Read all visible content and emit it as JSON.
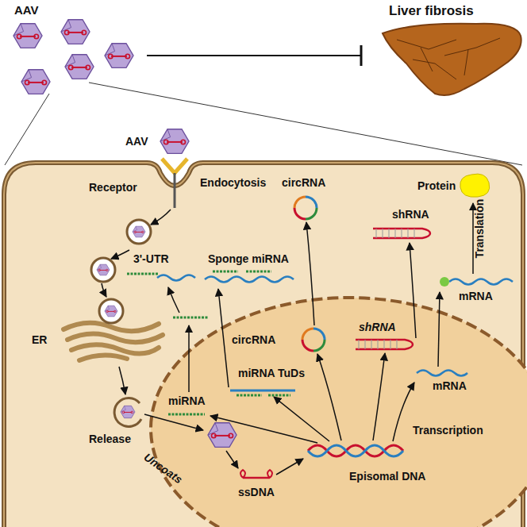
{
  "diagram": {
    "labels": [
      "AAV",
      "Liver fibrosis",
      "AAV",
      "Receptor",
      "Endocytosis",
      "Protein",
      "circRNA",
      "shRNA",
      "Sponge miRNA",
      "3'-UTR",
      "Translation",
      "mRNA",
      "ER",
      "circRNA",
      "shRNA",
      "miRNA TuDs",
      "mRNA",
      "miRNA",
      "Release",
      "Transcription",
      "Uncoats",
      "ssDNA",
      "Episomal DNA"
    ]
  }
}
